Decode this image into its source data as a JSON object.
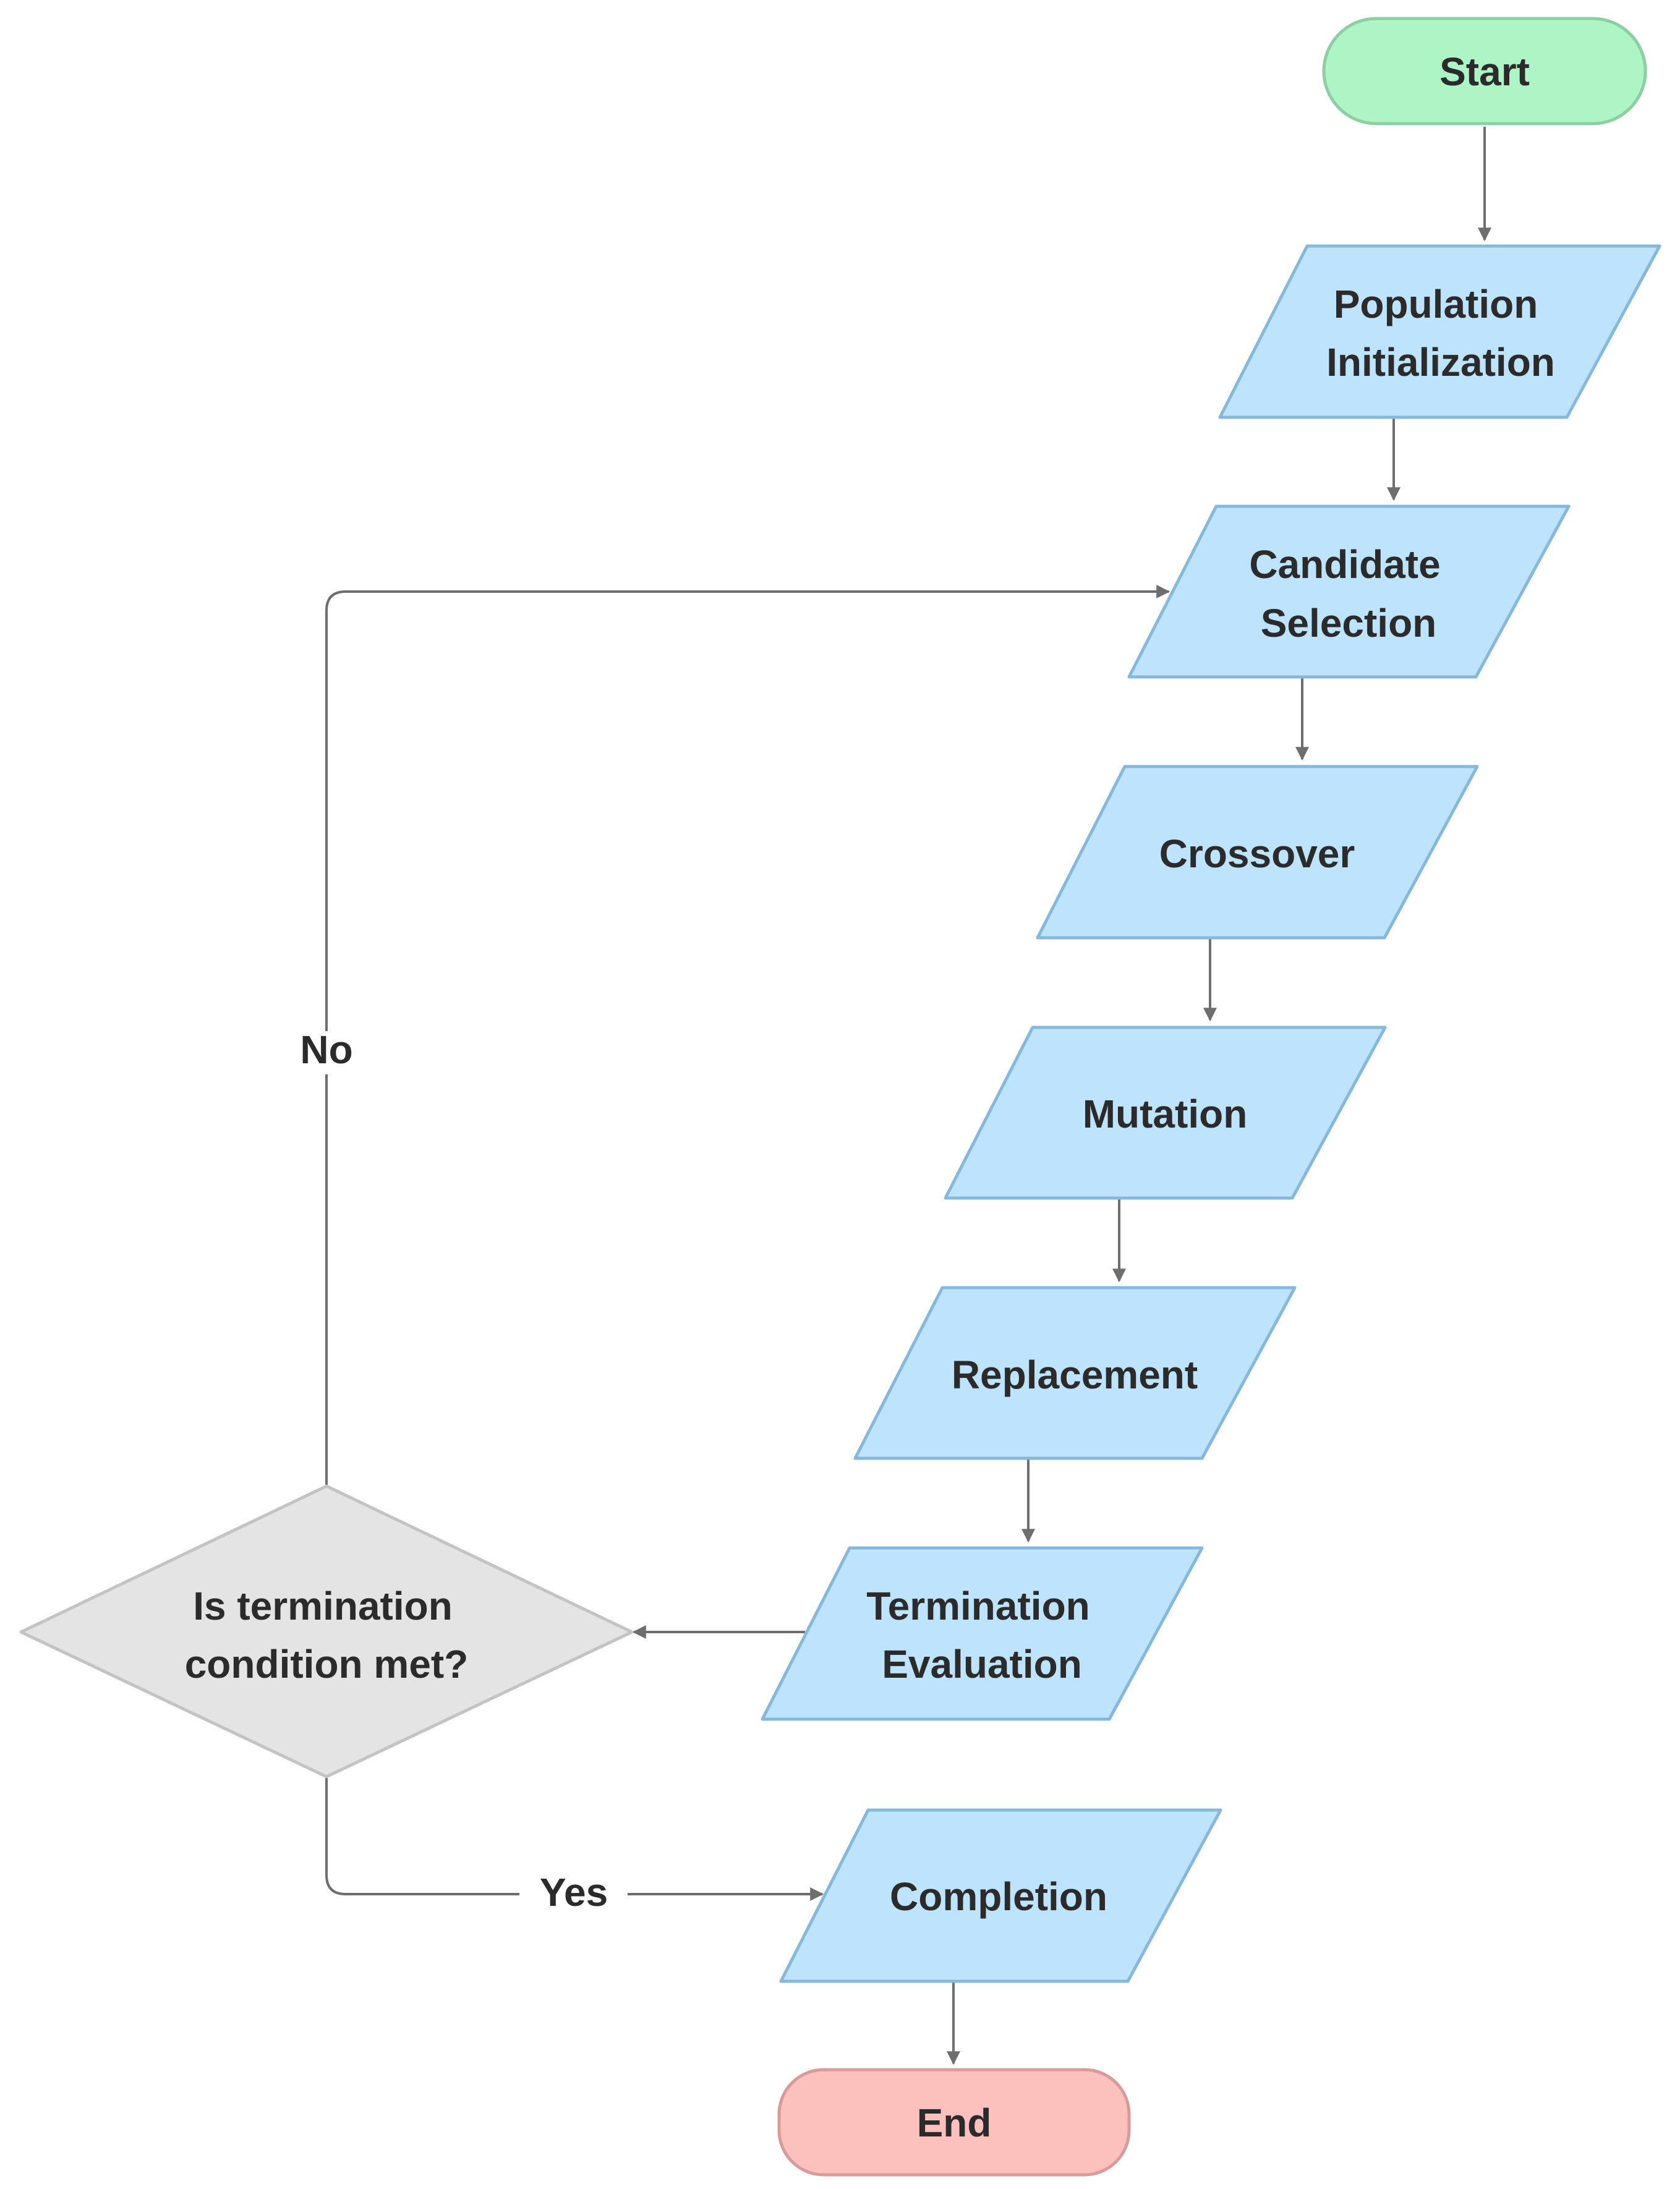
{
  "diagram": {
    "type": "flowchart",
    "colors": {
      "terminal_start_fill": "#aef5c6",
      "terminal_start_stroke": "#8ccfa3",
      "terminal_end_fill": "#fcc0bd",
      "terminal_end_stroke": "#d99a98",
      "process_fill": "#bde3fd",
      "process_stroke": "#86b8dd",
      "decision_fill": "#e4e4e4",
      "decision_stroke": "#c3c3c3",
      "connector": "#6e6e6e",
      "text": "#2b2b2b"
    },
    "nodes": {
      "start": {
        "shape": "terminal",
        "lines": [
          "Start"
        ]
      },
      "population_initialization": {
        "shape": "parallelogram",
        "lines": [
          "Population",
          "Initialization"
        ]
      },
      "candidate_selection": {
        "shape": "parallelogram",
        "lines": [
          "Candidate",
          "Selection"
        ]
      },
      "crossover": {
        "shape": "parallelogram",
        "lines": [
          "Crossover"
        ]
      },
      "mutation": {
        "shape": "parallelogram",
        "lines": [
          "Mutation"
        ]
      },
      "replacement": {
        "shape": "parallelogram",
        "lines": [
          "Replacement"
        ]
      },
      "termination_evaluation": {
        "shape": "parallelogram",
        "lines": [
          "Termination",
          "Evaluation"
        ]
      },
      "termination_decision": {
        "shape": "diamond",
        "lines": [
          "Is termination",
          "condition met?"
        ]
      },
      "completion": {
        "shape": "parallelogram",
        "lines": [
          "Completion"
        ]
      },
      "end": {
        "shape": "terminal",
        "lines": [
          "End"
        ]
      }
    },
    "edges": {
      "no_label": "No",
      "yes_label": "Yes"
    }
  }
}
